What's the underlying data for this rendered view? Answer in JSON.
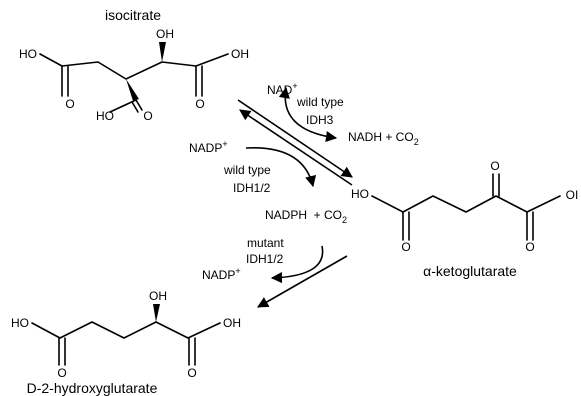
{
  "molecules": {
    "isocitrate": {
      "name": "isocitrate",
      "atoms": {
        "ho_left": "HO",
        "o_left": "O",
        "oh_top": "OH",
        "ho_bottom": "HO",
        "o_bottom": "O",
        "oh_right": "OH",
        "o_right": "O"
      }
    },
    "alpha_kg": {
      "name": "α-ketoglutarate",
      "atoms": {
        "ho_left": "HO",
        "o_left": "O",
        "o_keto": "O",
        "oh_right": "OI",
        "o_right": "O"
      }
    },
    "d2hg": {
      "name": "D-2-hydroxyglutarate",
      "atoms": {
        "ho_left": "HO",
        "o_left": "O",
        "oh_top": "OH",
        "oh_right": "OH",
        "o_right": "O"
      }
    }
  },
  "reactions": {
    "idh3": {
      "cofactor_in": "NAD",
      "cofactor_in_charge": "+",
      "enzyme_line1": "wild type",
      "enzyme_line2": "IDH3",
      "products": "NADH + CO",
      "products_sub": "2"
    },
    "idh12": {
      "cofactor_in": "NADP",
      "cofactor_in_charge": "+",
      "enzyme_line1": "wild type",
      "enzyme_line2": "IDH1/2",
      "products": "NADPH  + CO",
      "products_sub": "2"
    },
    "mutant": {
      "enzyme_line1": "mutant",
      "enzyme_line2": "IDH1/2",
      "cofactor_out": "NADP",
      "cofactor_out_charge": "+"
    }
  }
}
